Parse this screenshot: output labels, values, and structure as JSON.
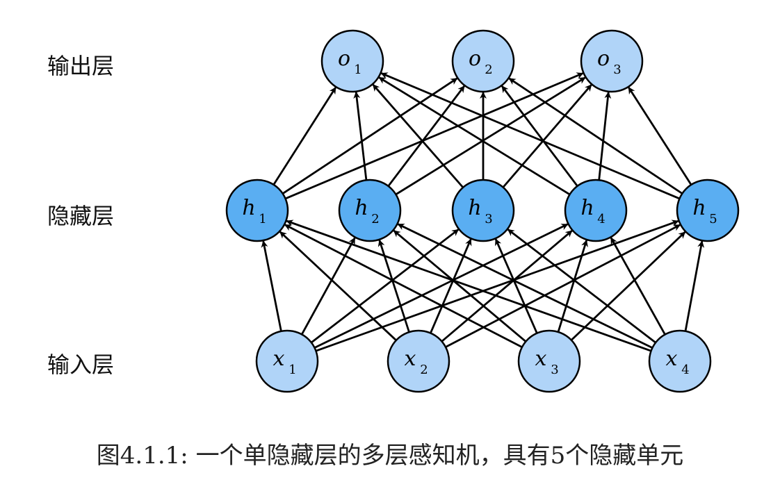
{
  "layers": {
    "output": {
      "label": "输出层",
      "fill": "#b0d4f8",
      "nodes": [
        {
          "var": "o",
          "sub": "1"
        },
        {
          "var": "o",
          "sub": "2"
        },
        {
          "var": "o",
          "sub": "3"
        }
      ]
    },
    "hidden": {
      "label": "隐藏层",
      "fill": "#5aaef2",
      "nodes": [
        {
          "var": "h",
          "sub": "1"
        },
        {
          "var": "h",
          "sub": "2"
        },
        {
          "var": "h",
          "sub": "3"
        },
        {
          "var": "h",
          "sub": "4"
        },
        {
          "var": "h",
          "sub": "5"
        }
      ]
    },
    "input": {
      "label": "输入层",
      "fill": "#b0d4f8",
      "nodes": [
        {
          "var": "x",
          "sub": "1"
        },
        {
          "var": "x",
          "sub": "2"
        },
        {
          "var": "x",
          "sub": "3"
        },
        {
          "var": "x",
          "sub": "4"
        }
      ]
    }
  },
  "connections": "fully-connected",
  "edge_color": "#000000",
  "caption": "图4.1.1: 一个单隐藏层的多层感知机，具有5个隐藏单元"
}
